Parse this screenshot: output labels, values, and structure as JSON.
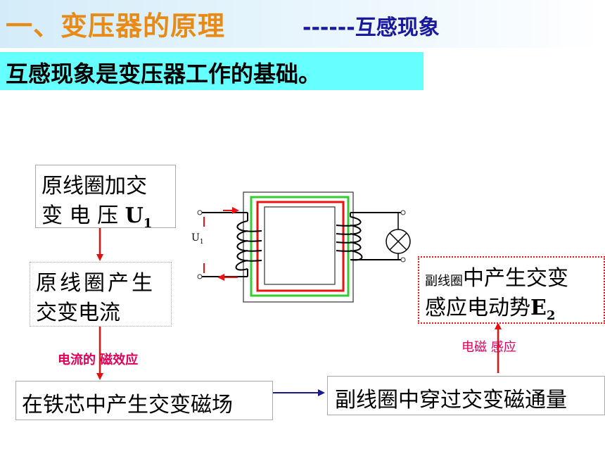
{
  "header": {
    "title": "一、变压器的原理",
    "subtitle": "------互感现象"
  },
  "intro": "互感现象是变压器工作的基础。",
  "diagram": {
    "u1_label_main": "U",
    "u1_label_sub": "1"
  },
  "flow": {
    "box1_line1": "原线圈加交",
    "box1_line2_prefix": "变 电 压 ",
    "box1_u": "U",
    "box1_u_sub": "1",
    "box2_line1": "原线圈产生",
    "box2_line2": "交变电流",
    "label_magnetic_effect": "电流的 磁效应",
    "box3": "在铁芯中产生交变磁场",
    "box4": "副线圈中穿过交变磁通量",
    "label_induction": "电磁  感应",
    "box5_small": "副线圈",
    "box5_line1": "中产生交变",
    "box5_line2": "感应电动势",
    "box5_e": "E",
    "box5_e_sub": "2"
  },
  "colors": {
    "title": "#e88a14",
    "subtitle": "#1a1aa0",
    "intro_bg": "#66ffff",
    "arrow_red": "#e11111",
    "arrow_navy": "#1a1a8c",
    "label_pink": "#e0005a",
    "core_red": "#ee1111",
    "core_green": "#33cc33"
  }
}
